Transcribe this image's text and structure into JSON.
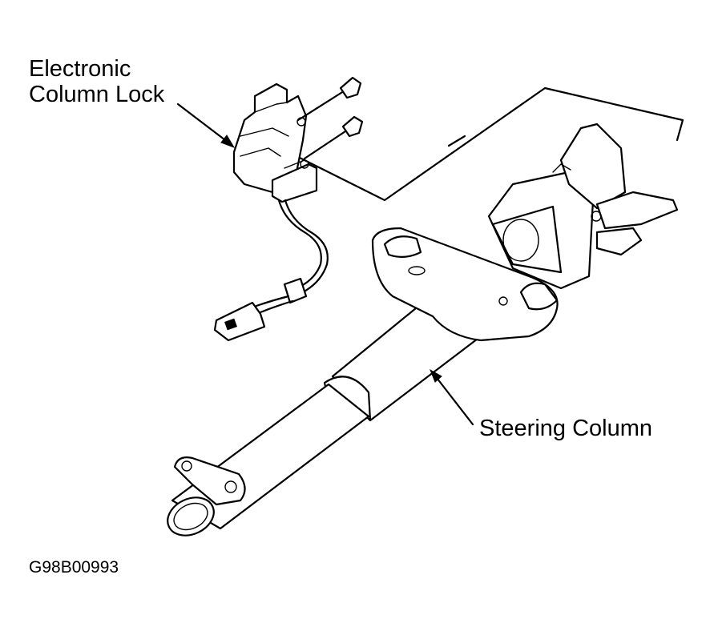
{
  "labels": {
    "electronic_column_lock_line1": "Electronic",
    "electronic_column_lock_line2": "Column Lock",
    "steering_column": "Steering Column",
    "figure_code": "G98B00993"
  },
  "colors": {
    "line": "#000000",
    "background": "#ffffff"
  }
}
